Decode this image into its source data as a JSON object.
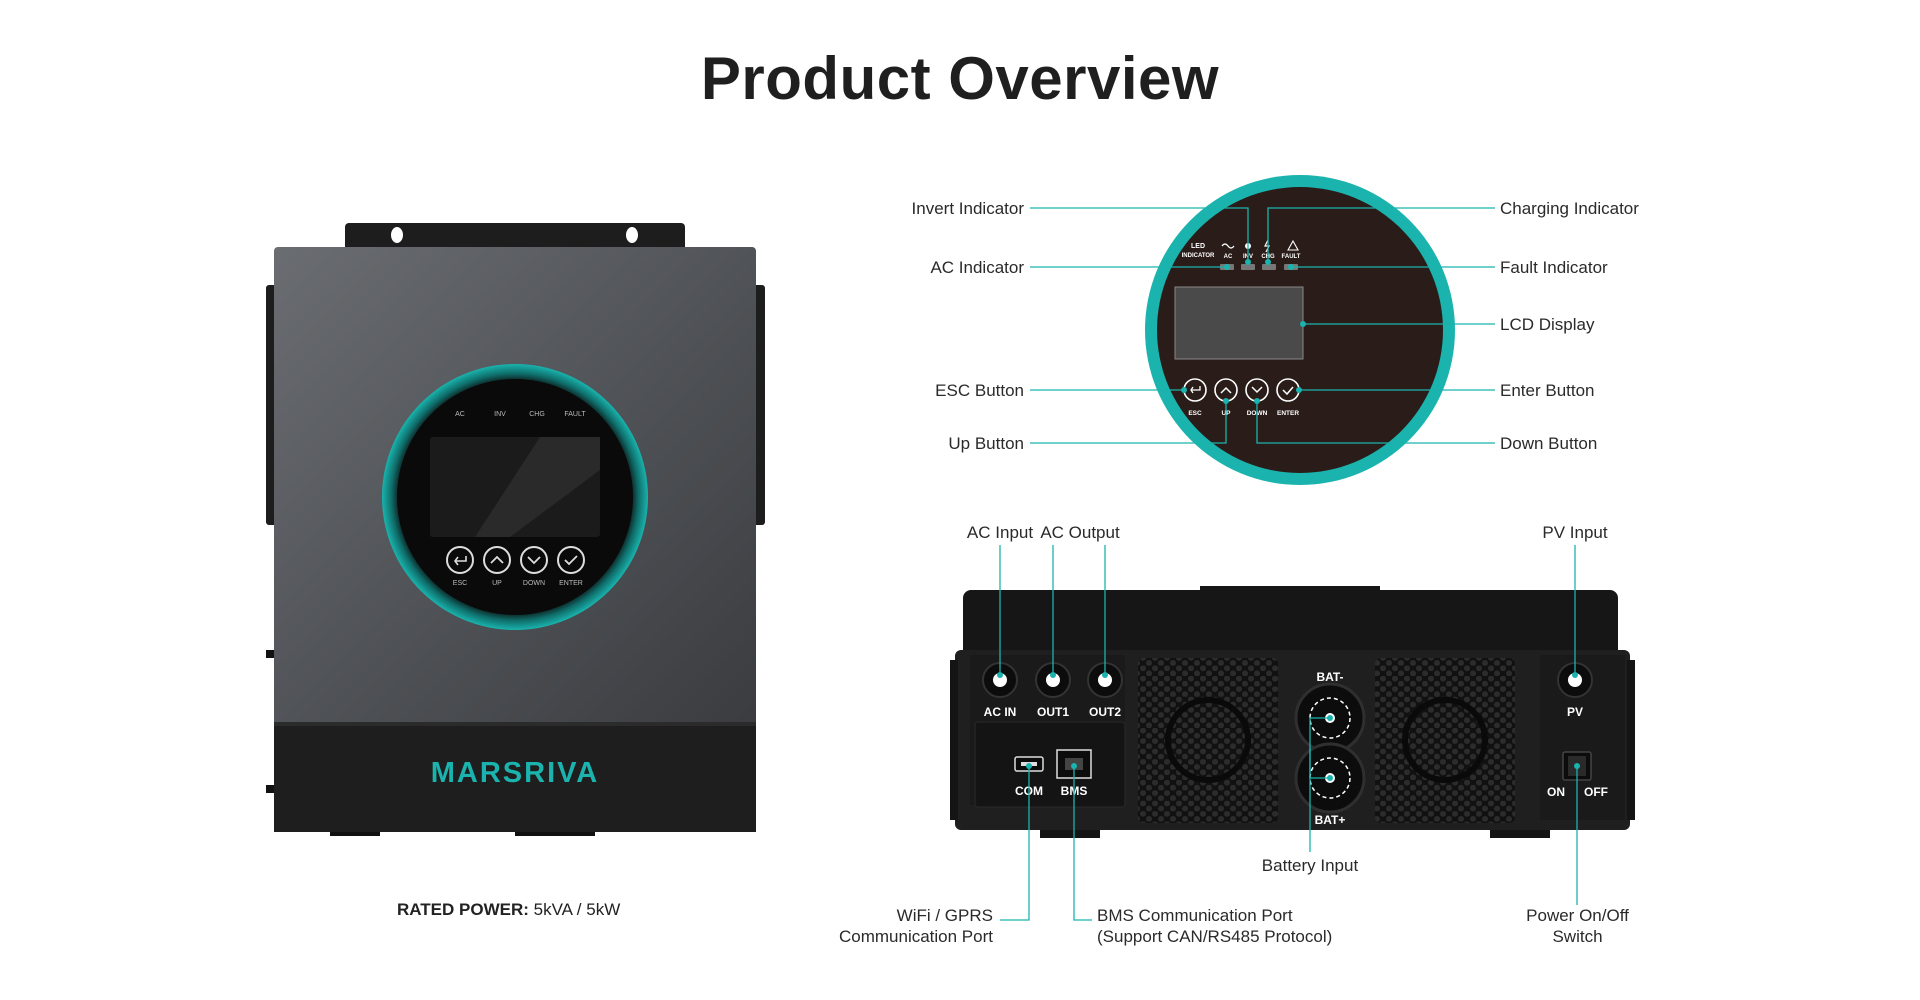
{
  "title": "Product Overview",
  "brand": "MARSRIVA",
  "rated_power": {
    "label": "RATED POWER:",
    "value": "5kVA / 5kW"
  },
  "front_panel": {
    "indicators": [
      "AC",
      "INV",
      "CHG",
      "FAULT"
    ],
    "buttons": [
      "ESC",
      "UP",
      "DOWN",
      "ENTER"
    ]
  },
  "zoom_panel": {
    "led_label_line1": "LED",
    "led_label_line2": "INDICATOR",
    "indicators": [
      "AC",
      "INV",
      "CHG",
      "FAULT"
    ],
    "buttons": [
      "ESC",
      "UP",
      "DOWN",
      "ENTER"
    ]
  },
  "callouts_left": [
    "Invert Indicator",
    "AC Indicator",
    "ESC Button",
    "Up Button"
  ],
  "callouts_right": [
    "Charging Indicator",
    "Fault Indicator",
    "LCD Display",
    "Enter Button",
    "Down Button"
  ],
  "bottom_view": {
    "ports": {
      "ac_in": "AC IN",
      "out1": "OUT1",
      "out2": "OUT2",
      "pv": "PV",
      "bat_minus": "BAT-",
      "bat_plus": "BAT+",
      "com": "COM",
      "bms": "BMS",
      "on": "ON",
      "off": "OFF"
    },
    "callouts": {
      "ac_input": "AC Input",
      "ac_output": "AC Output",
      "pv_input": "PV Input",
      "battery_input": "Battery Input",
      "wifi_line1": "WiFi / GPRS",
      "wifi_line2": "Communication Port",
      "bms_line1": "BMS Communication Port",
      "bms_line2": "(Support CAN/RS485 Protocol)",
      "power_line1": "Power On/Off",
      "power_line2": "Switch"
    }
  },
  "colors": {
    "accent": "#1ab3ad",
    "body_gray": "#55585c",
    "dark": "#1c1c1c"
  }
}
